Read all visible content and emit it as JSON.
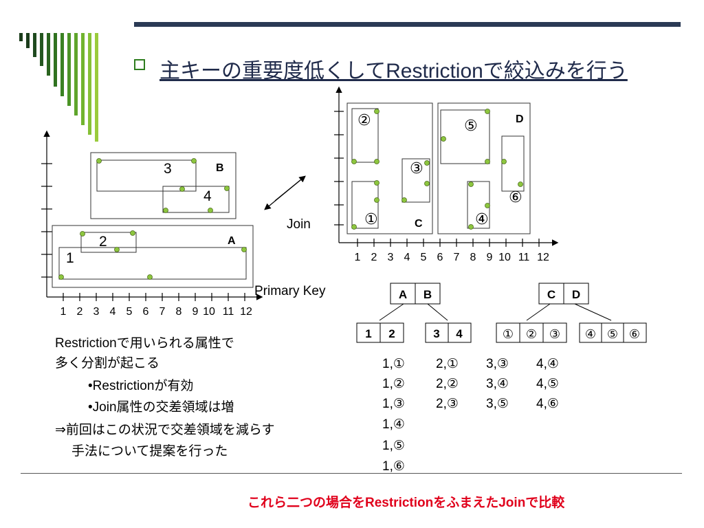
{
  "slide": {
    "title": "主キーの重要度低くしてRestrictionで絞込みを行う",
    "footer": "これら二つの場合をRestrictionをふまえたJoinで比較",
    "colors": {
      "title": "#1f2a4a",
      "bar": "#2b3a55",
      "accent": "#2e7d1e",
      "point": "#8dc63f",
      "footer": "#e0001b"
    }
  },
  "left_diagram": {
    "x_ticks": [
      "1",
      "2",
      "3",
      "4",
      "5",
      "6",
      "7",
      "8",
      "9",
      "10",
      "11",
      "12"
    ],
    "x_label": "Primary Key",
    "box_labels": {
      "A": "A",
      "B": "B",
      "r1": "1",
      "r2": "2",
      "r3": "3",
      "r4": "4"
    }
  },
  "right_diagram": {
    "x_ticks": [
      "1",
      "2",
      "3",
      "4",
      "5",
      "6",
      "7",
      "8",
      "9",
      "10",
      "11",
      "12"
    ],
    "y_label": "Join",
    "box_labels": {
      "C": "C",
      "D": "D",
      "r1": "①",
      "r2": "②",
      "r3": "③",
      "r4": "④",
      "r5": "⑤",
      "r6": "⑥"
    }
  },
  "tree": {
    "root_left": [
      "A",
      "B"
    ],
    "root_right": [
      "C",
      "D"
    ],
    "leaf_12": [
      "1",
      "2"
    ],
    "leaf_34": [
      "3",
      "4"
    ],
    "leaf_123": [
      "①",
      "②",
      "③"
    ],
    "leaf_456": [
      "④",
      "⑤",
      "⑥"
    ]
  },
  "description": [
    "Restrictionで用いられる属性で",
    "多く分割が起こる",
    "•Restrictionが有効",
    "•Join属性の交差領域は増",
    "⇒前回はこの状況で交差領域を減らす",
    "手法について提案を行った"
  ],
  "pairs": {
    "col1": [
      "1,①",
      "1,②",
      "1,③",
      "1,④",
      "1,⑤",
      "1,⑥"
    ],
    "col2": [
      "2,①",
      "2,②",
      "2,③"
    ],
    "col3": [
      "3,③",
      "3,④",
      "3,⑤"
    ],
    "col4": [
      "4,④",
      "4,⑤",
      "4,⑥"
    ]
  }
}
